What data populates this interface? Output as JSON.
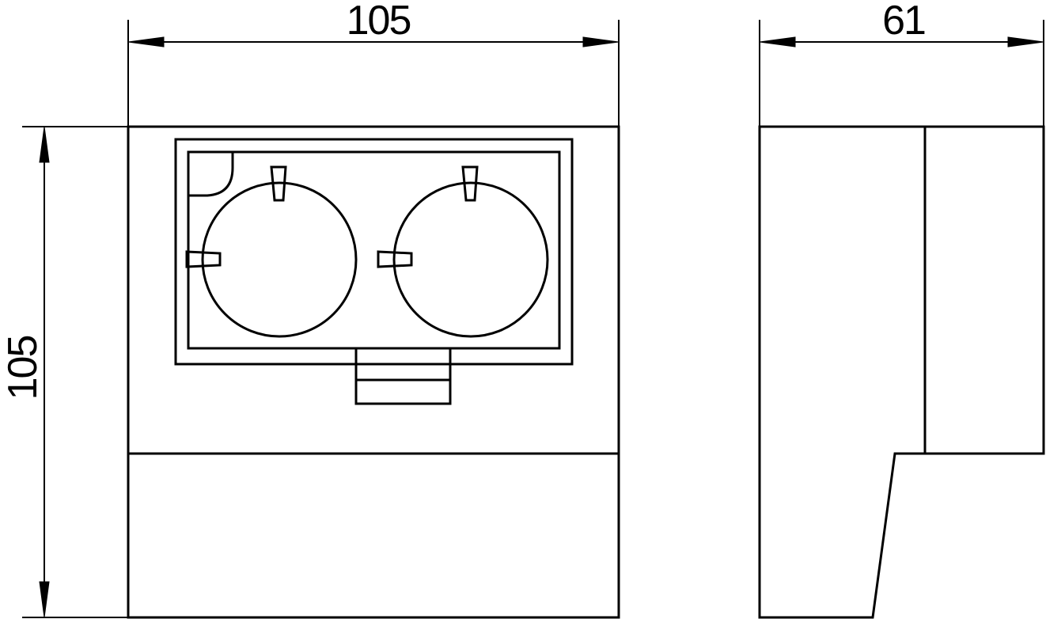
{
  "dimensions": {
    "front_width": "105",
    "front_height": "105",
    "side_width": "61"
  },
  "style": {
    "line_color": "#000000",
    "background": "#ffffff"
  }
}
